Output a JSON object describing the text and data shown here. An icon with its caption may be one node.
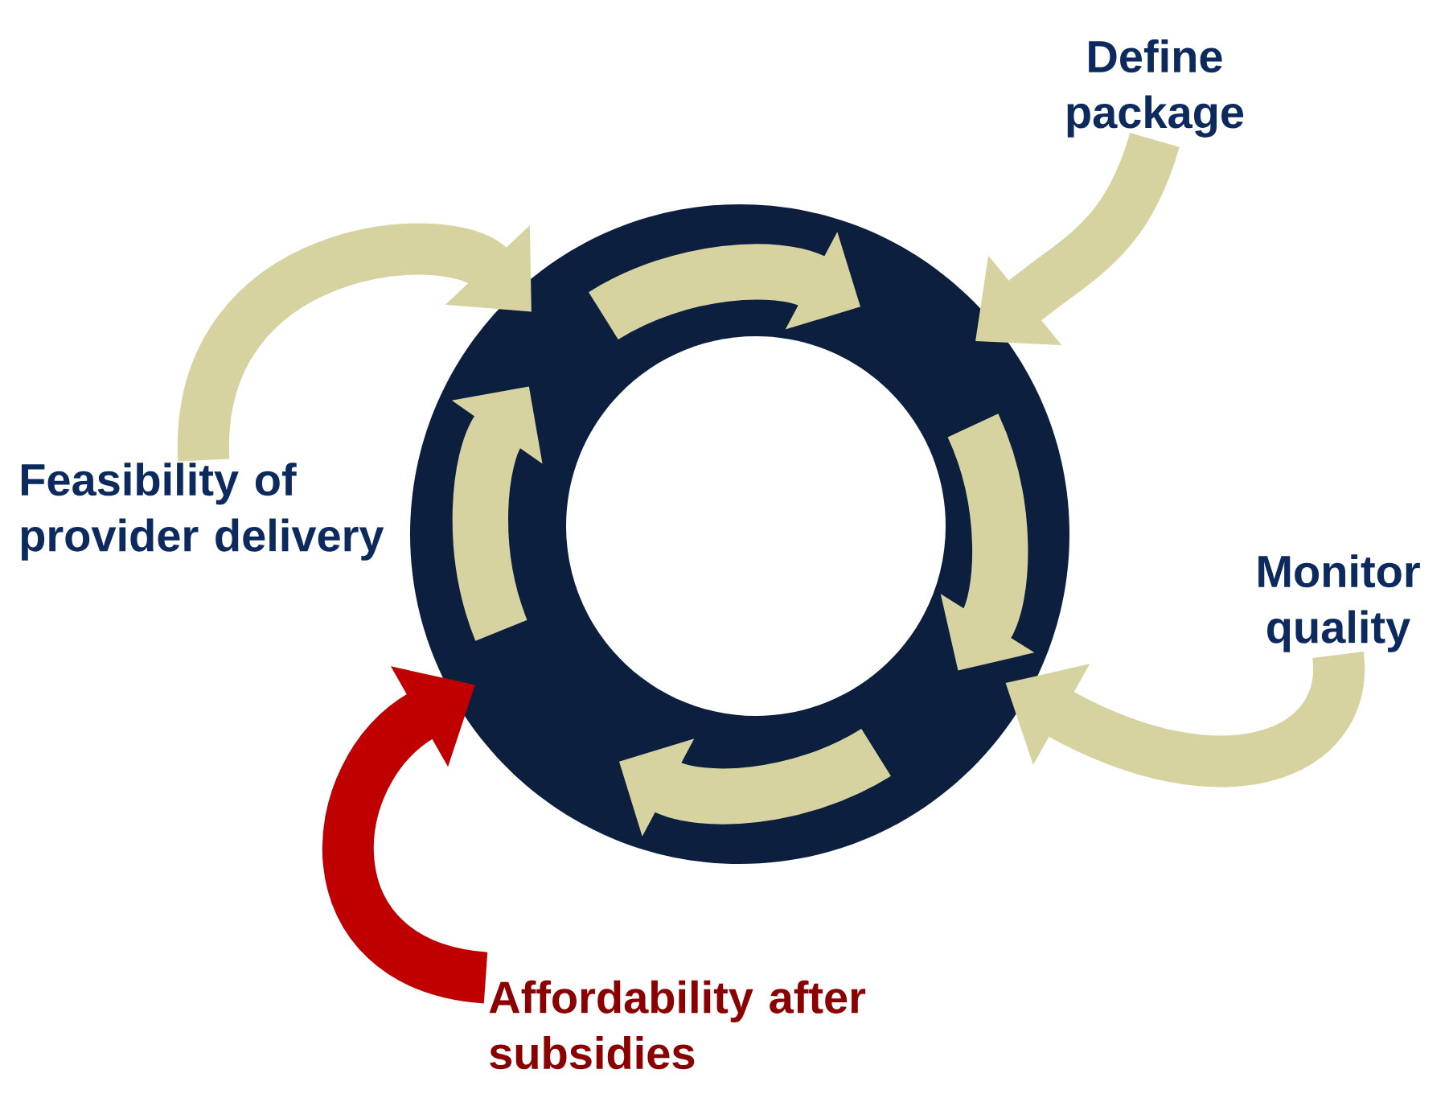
{
  "diagram": {
    "nodes": [
      {
        "text": [
          "Define package"
        ]
      },
      {
        "text": [
          "Feasibility of provider delivery"
        ]
      },
      {
        "text": [],
        "shape": "circle"
      },
      {
        "text": [
          "Monitor quality"
        ]
      },
      {
        "text": [
          "Affordability after subsidies"
        ]
      }
    ],
    "edges": [
      {
        "from": 0,
        "to": 2,
        "arrow": "to"
      },
      {
        "from": 1,
        "to": 2,
        "arrow": "to"
      },
      {
        "from": 3,
        "to": 2,
        "arrow": "to"
      },
      {
        "from": 4,
        "to": 2,
        "arrow": "to",
        "color": "#c00000"
      }
    ]
  }
}
